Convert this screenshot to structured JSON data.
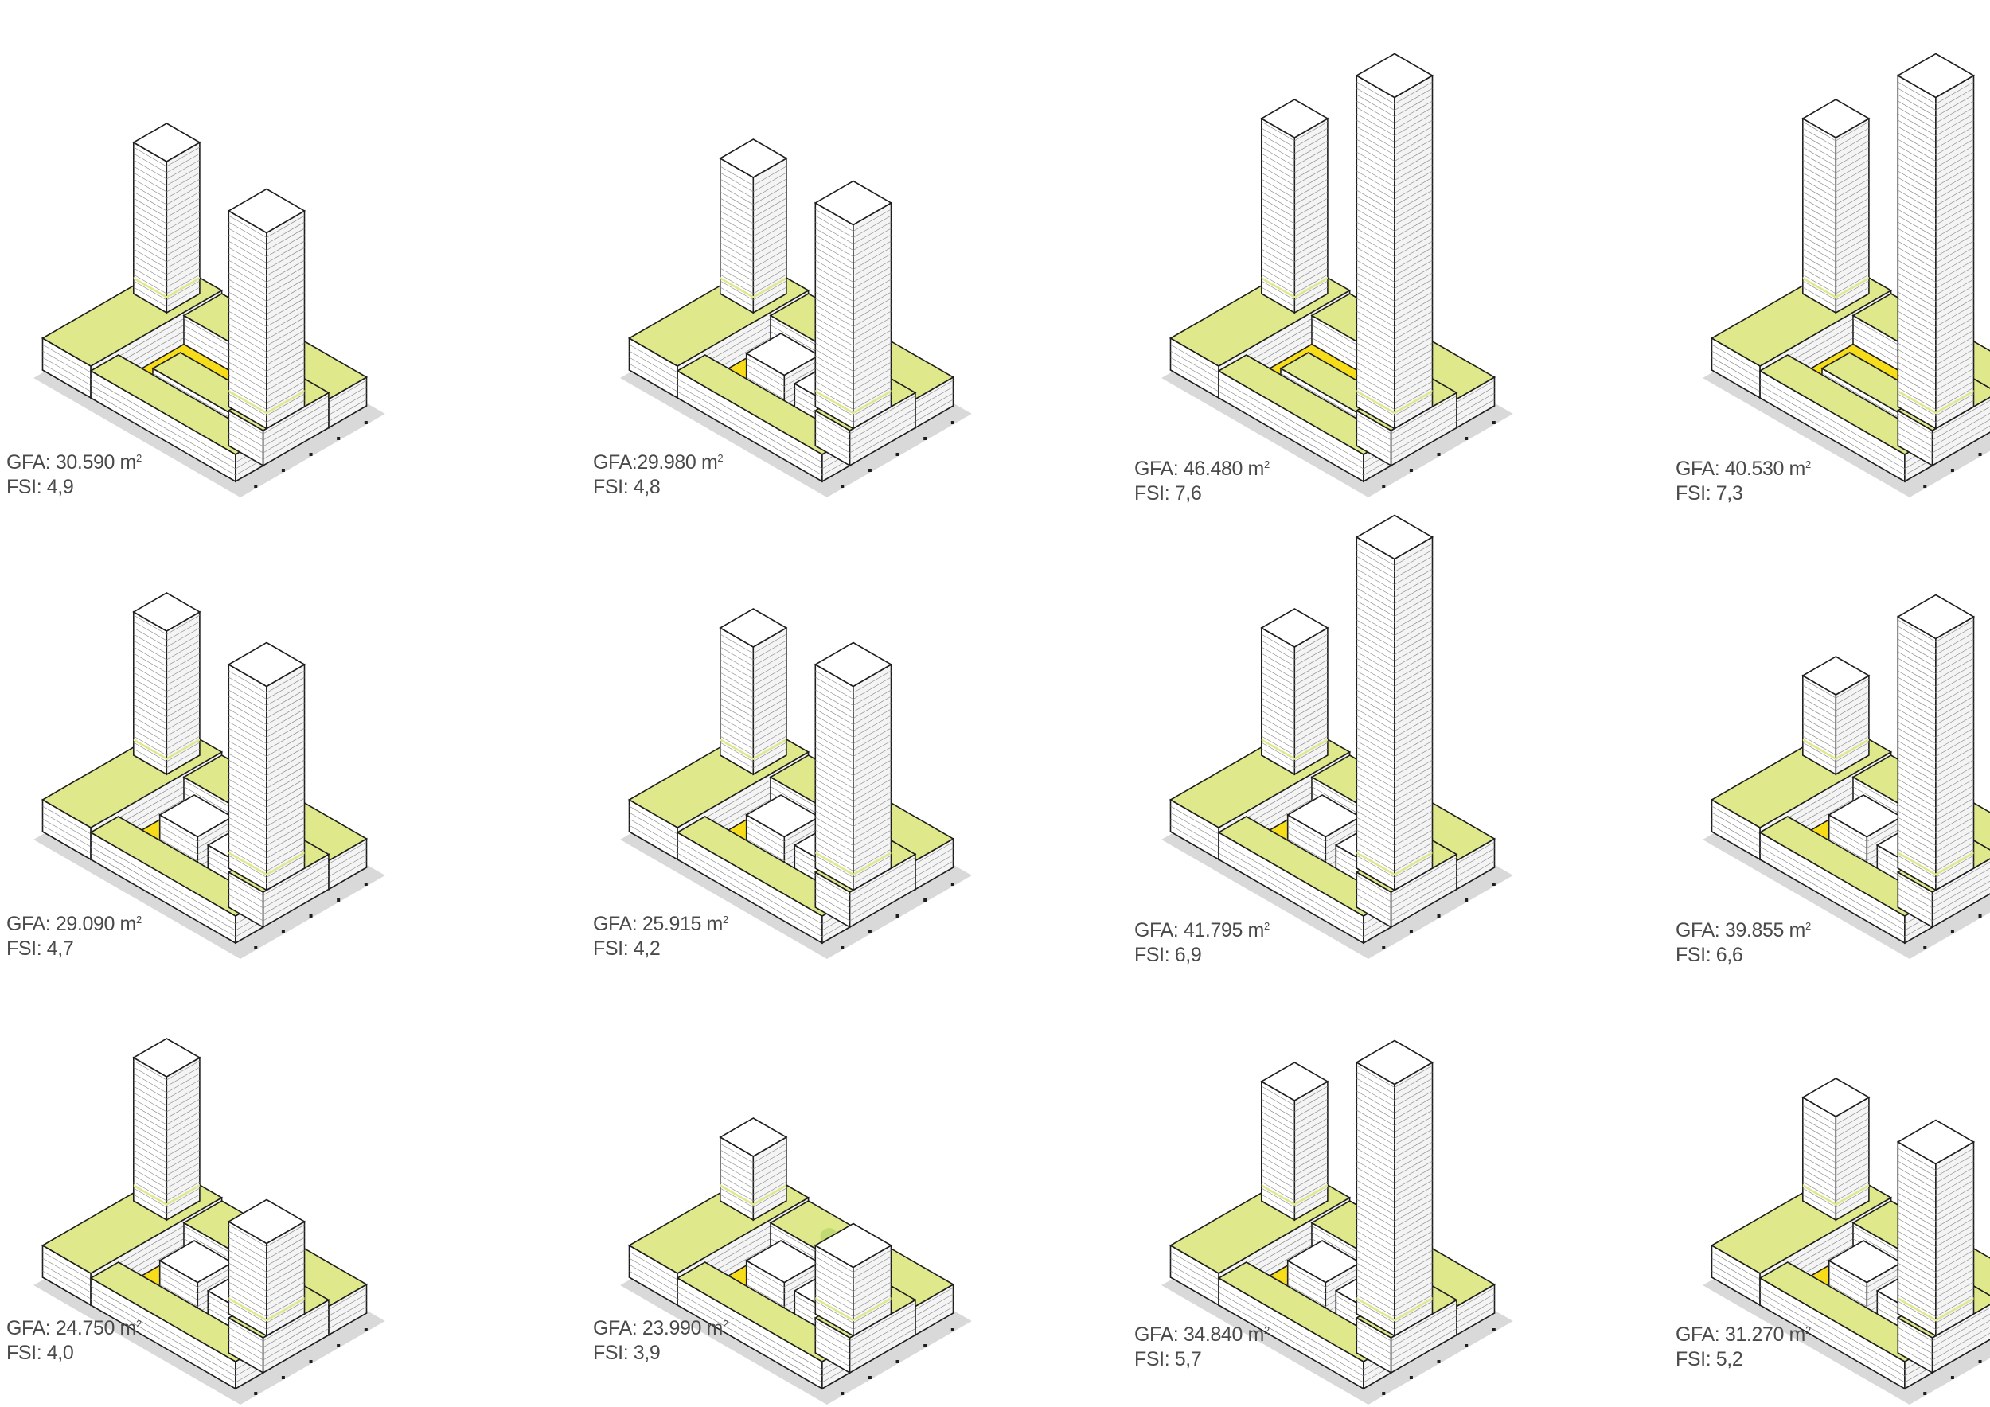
{
  "colors": {
    "roof_green": "#dfe88a",
    "courtyard_yellow": "#f7dc1a",
    "tree_green": "#b7d66a",
    "facade": "#ffffff",
    "outline": "#1e1e1e",
    "shadow": "#d9d9d9",
    "text": "#4a4a4a"
  },
  "variants": [
    {
      "gfa_label": "GFA: 30.590 m",
      "fsi_label": "FSI: 4,9",
      "towers": [
        2,
        1
      ],
      "heights": [
        230,
        290
      ]
    },
    {
      "gfa_label": "GFA:29.980 m",
      "fsi_label": "FSI: 4,8",
      "towers": [
        2,
        1
      ],
      "heights": [
        210,
        300
      ]
    },
    {
      "gfa_label": "GFA: 46.480 m",
      "fsi_label": "FSI: 7,6",
      "towers": [
        2,
        1
      ],
      "heights": [
        260,
        460
      ]
    },
    {
      "gfa_label": "GFA: 40.530 m",
      "fsi_label": "FSI: 7,3",
      "towers": [
        2,
        1
      ],
      "heights": [
        260,
        460
      ]
    },
    {
      "gfa_label": "GFA: 29.090 m",
      "fsi_label": "FSI: 4,7",
      "towers": [
        2,
        1
      ],
      "heights": [
        220,
        300
      ]
    },
    {
      "gfa_label": "GFA: 25.915 m",
      "fsi_label": "FSI: 4,2",
      "towers": [
        2,
        1
      ],
      "heights": [
        200,
        300
      ]
    },
    {
      "gfa_label": "GFA: 41.795 m",
      "fsi_label": "FSI: 6,9",
      "towers": [
        2,
        1
      ],
      "heights": [
        200,
        460
      ]
    },
    {
      "gfa_label": "GFA: 39.855 m",
      "fsi_label": "FSI: 6,6",
      "towers": [
        2,
        1
      ],
      "heights": [
        140,
        360
      ]
    },
    {
      "gfa_label": "GFA: 24.750 m",
      "fsi_label": "FSI: 4,0",
      "towers": [
        2,
        1
      ],
      "heights": [
        220,
        160
      ]
    },
    {
      "gfa_label": "GFA: 23.990 m",
      "fsi_label": "FSI: 3,9",
      "towers": [
        2,
        1
      ],
      "heights": [
        120,
        130
      ]
    },
    {
      "gfa_label": "GFA: 34.840 m",
      "fsi_label": "FSI: 5,7",
      "towers": [
        2,
        1
      ],
      "heights": [
        190,
        360
      ]
    },
    {
      "gfa_label": "GFA: 31.270 m",
      "fsi_label": "FSI: 5,2",
      "towers": [
        2,
        1
      ],
      "heights": [
        170,
        260
      ]
    }
  ]
}
